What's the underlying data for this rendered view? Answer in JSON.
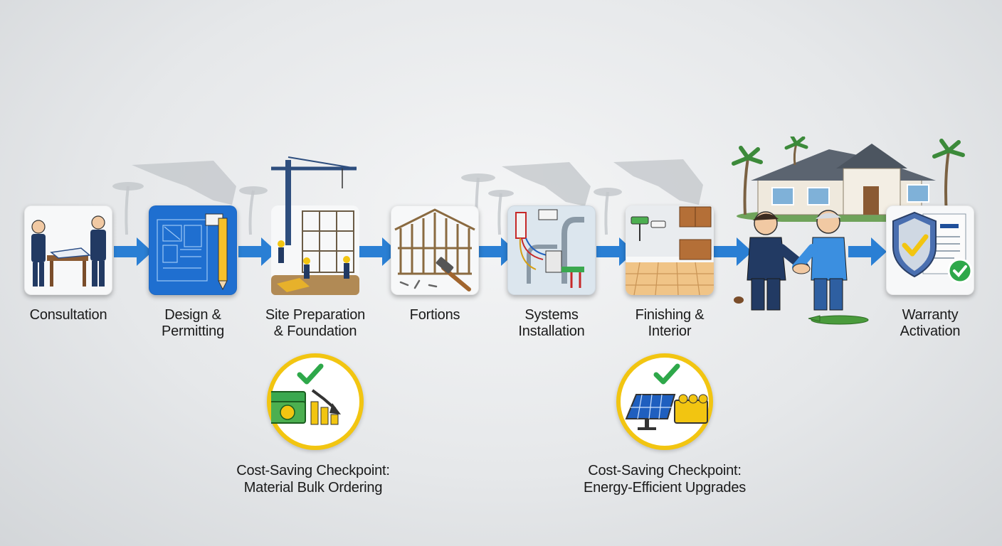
{
  "process": {
    "steps": [
      {
        "line1": "Consultation",
        "line2": "",
        "icon": "consultation-icon"
      },
      {
        "line1": "Design &",
        "line2": "Permitting",
        "icon": "blueprint-icon"
      },
      {
        "line1": "Site Preparation",
        "line2": "& Foundation",
        "icon": "crane-icon"
      },
      {
        "line1": "Fortions",
        "line2": "",
        "icon": "house-frame-icon"
      },
      {
        "line1": "Systems",
        "line2": "Installation",
        "icon": "plumbing-electrical-icon"
      },
      {
        "line1": "Finishing &",
        "line2": "Interior",
        "icon": "interior-icon"
      },
      {
        "line1": "",
        "line2": "",
        "icon": "handshake-icon"
      },
      {
        "line1": "Warranty",
        "line2": "Activation",
        "icon": "warranty-shield-icon"
      }
    ]
  },
  "checkpoints": [
    {
      "line1": "Cost-Saving Checkpoint:",
      "line2": "Material Bulk Ordering",
      "icon": "money-savings-icon"
    },
    {
      "line1": "Cost-Saving Checkpoint:",
      "line2": "Energy-Efficient Upgrades",
      "icon": "solar-panel-icon"
    }
  ],
  "colors": {
    "arrow": "#2a7fd4",
    "checkpoint_ring": "#f2c511",
    "check": "#2ea84a",
    "blueprint": "#1f6fd0",
    "suit": "#223a63"
  }
}
